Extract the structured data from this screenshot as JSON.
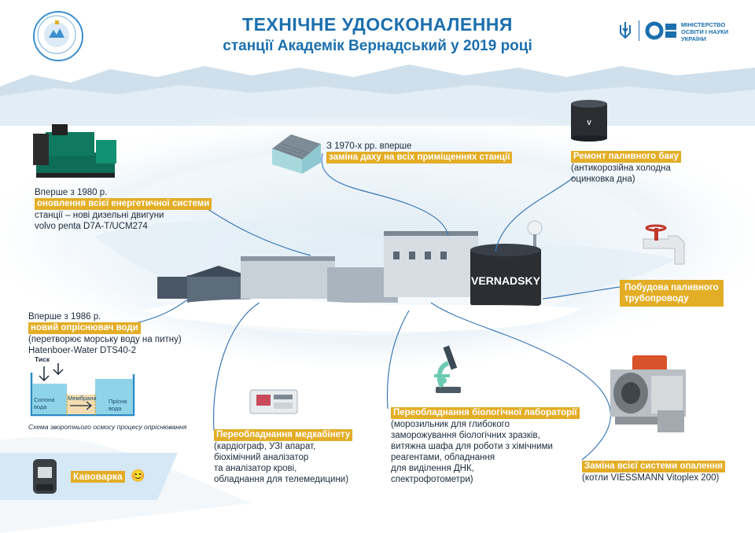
{
  "header": {
    "title_line1": "ТЕХНІЧНЕ УДОСКОНАЛЕННЯ",
    "title_line2": "станції Академік Вернадський у 2019 році",
    "ministry_logo_text": "МІНІСТЕРСТВО ОСВІТИ І НАУКИ УКРАЇНИ"
  },
  "colors": {
    "accent": "#e3ad26",
    "title_blue": "#1b6fae",
    "line_blue": "#3b78b5",
    "ice": "#eaf4fb"
  },
  "items": {
    "power": {
      "line1": "Вперше з 1980 р.",
      "highlight": "оновлення всієї енергетичної системи",
      "line3": "станції – нові дизельні двигуни",
      "line4": "volvo penta D7A-T/UCM274"
    },
    "roof": {
      "line1": "З 1970-х рр. вперше",
      "highlight": "заміна даху на всіх приміщеннях станції"
    },
    "tank": {
      "highlight": "Ремонт паливного баку",
      "line2": "(антикорозійна холодна",
      "line3": "оцинковка дна)"
    },
    "pipeline": {
      "line1": "Побудова паливного",
      "line2": "трубопроводу"
    },
    "desalination": {
      "line1": "Вперше з 1986 р.",
      "highlight": "новий опріснювач води",
      "line3": "(перетворює морську воду на питну)",
      "line4": "Hatenboer-Water DTS40-2",
      "diagram": {
        "pressure_label": "Тиск",
        "salt_water_label": "Солона вода",
        "membrane_label": "Мембрана",
        "fresh_water_label": "Прісна вода",
        "caption": "Схема зворотнього осмосу процесу опріснювання"
      }
    },
    "medical": {
      "highlight": "Переобладнання медкабінету",
      "line2": "(кардіограф, УЗІ апарат,",
      "line3": "біохімічний аналізатор",
      "line4": "та аналізатор крові,",
      "line5": "обладнання для телемедицини)"
    },
    "biolab": {
      "highlight": "Переобладнання біологічної лабораторії",
      "line2": "(морозильник для глибокого",
      "line3": "заморожування біологічних зразків,",
      "line4": "витяжна шафа для роботи з хімічними",
      "line5": "реагентами, обладнання",
      "line6": "для виділення ДНК,",
      "line7": "спектрофотометри)"
    },
    "heating": {
      "highlight": "Заміна всієї системи опалення",
      "line2": "(котли  VIESSMANN Vitoplex 200)"
    },
    "coffee": {
      "label": "Кавоварка",
      "emoji": "😊"
    },
    "tank_brand": "VERNADSKY"
  },
  "icons": [
    "antarctic-center-logo-icon",
    "trident-icon",
    "ministry-logo-icon",
    "generator-icon",
    "house-icon",
    "fuel-tank-icon",
    "valve-pipe-icon",
    "reverse-osmosis-diagram",
    "ultrasound-device-icon",
    "microscope-icon",
    "boiler-icon",
    "coffee-machine-icon",
    "smile-icon"
  ]
}
